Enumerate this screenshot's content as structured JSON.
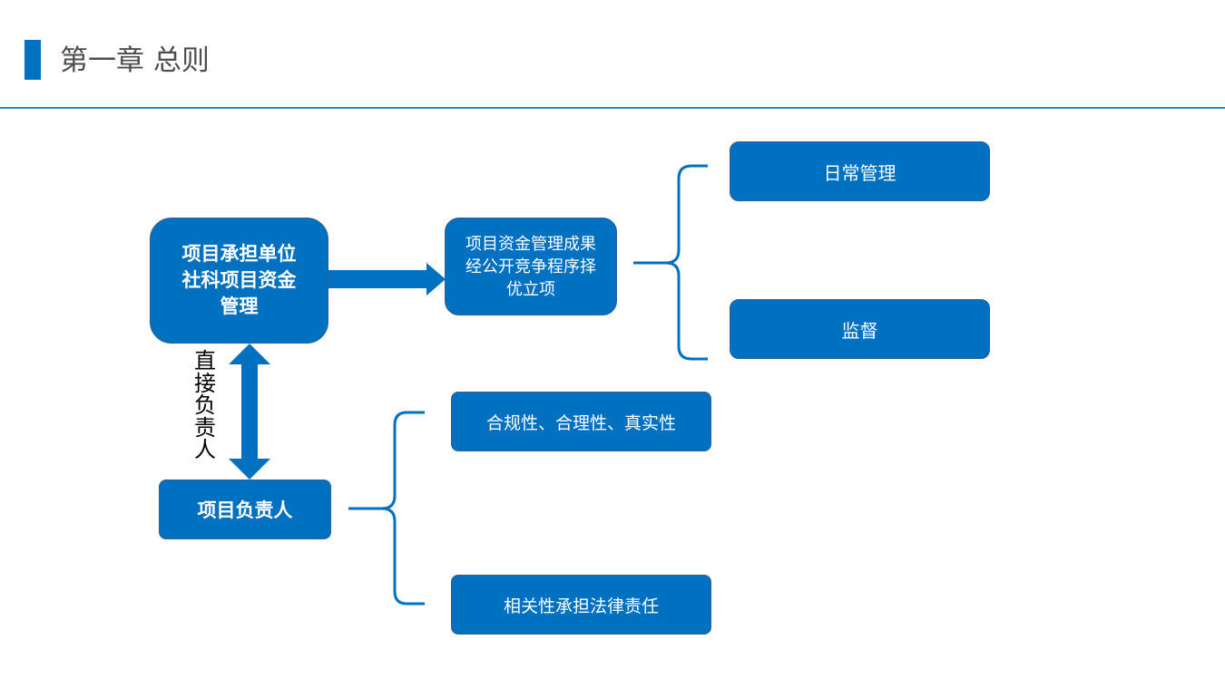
{
  "slide": {
    "title": "第一章 总则"
  },
  "diagram": {
    "unit_box": "项目承担单位社科项目资金管理",
    "procurement_box": "项目资金管理成果经公开竞争程序择优立项",
    "daily_mgmt_box": "日常管理",
    "supervision_box": "监督",
    "leader_box": "项目负责人",
    "compliance_box": "合规性、合理性、真实性",
    "liability_box": "相关性承担法律责任",
    "relation_label": "直接负责人"
  },
  "colors": {
    "accent": "#0070c0",
    "box_border": "#2f5f95",
    "rule": "#2e86cc",
    "title_text": "#4d4d4d"
  }
}
